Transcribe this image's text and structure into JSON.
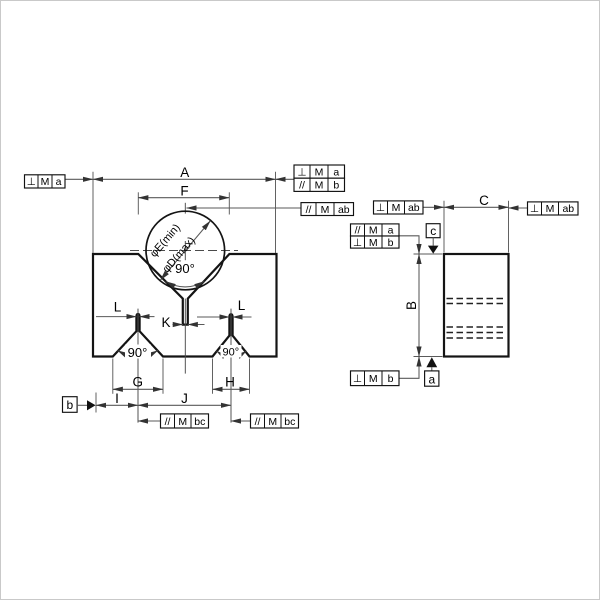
{
  "colors": {
    "block_fill": "#ddf1f5",
    "outline": "#141414",
    "dim_line": "#5a5a5a",
    "hidden_line": "#222222"
  },
  "front_view": {
    "dim_a": "A",
    "dim_f": "F",
    "dim_g": "G",
    "dim_h": "H",
    "dim_i": "I",
    "dim_j": "J",
    "dim_k": "K",
    "dim_l_left": "L",
    "dim_l_right": "L",
    "angle_main": "90°",
    "angle_left_groove": "90°",
    "angle_right_groove": "90°",
    "phi_e_min": "φE(min)",
    "phi_d_max": "φD(max)",
    "fcf_perp_a": [
      "⊥",
      "M",
      "a"
    ],
    "fcf_stack_row1": [
      "⊥",
      "M",
      "a"
    ],
    "fcf_stack_row2": [
      "//",
      "M",
      "b"
    ],
    "fcf_par_ab": [
      "//",
      "M",
      "ab"
    ],
    "fcf_par_bc_left": [
      "//",
      "M",
      "bc"
    ],
    "fcf_par_bc_right": [
      "//",
      "M",
      "bc"
    ],
    "datum_b": "b"
  },
  "side_view": {
    "dim_b": "B",
    "dim_c": "C",
    "fcf_perp_ab_left": [
      "⊥",
      "M",
      "ab"
    ],
    "fcf_perp_ab_right": [
      "⊥",
      "M",
      "ab"
    ],
    "fcf_stack_row1": [
      "//",
      "M",
      "a"
    ],
    "fcf_stack_row2": [
      "⊥",
      "M",
      "b"
    ],
    "fcf_perp_b_bottom": [
      "⊥",
      "M",
      "b"
    ],
    "datum_a": "a",
    "datum_c": "c"
  }
}
